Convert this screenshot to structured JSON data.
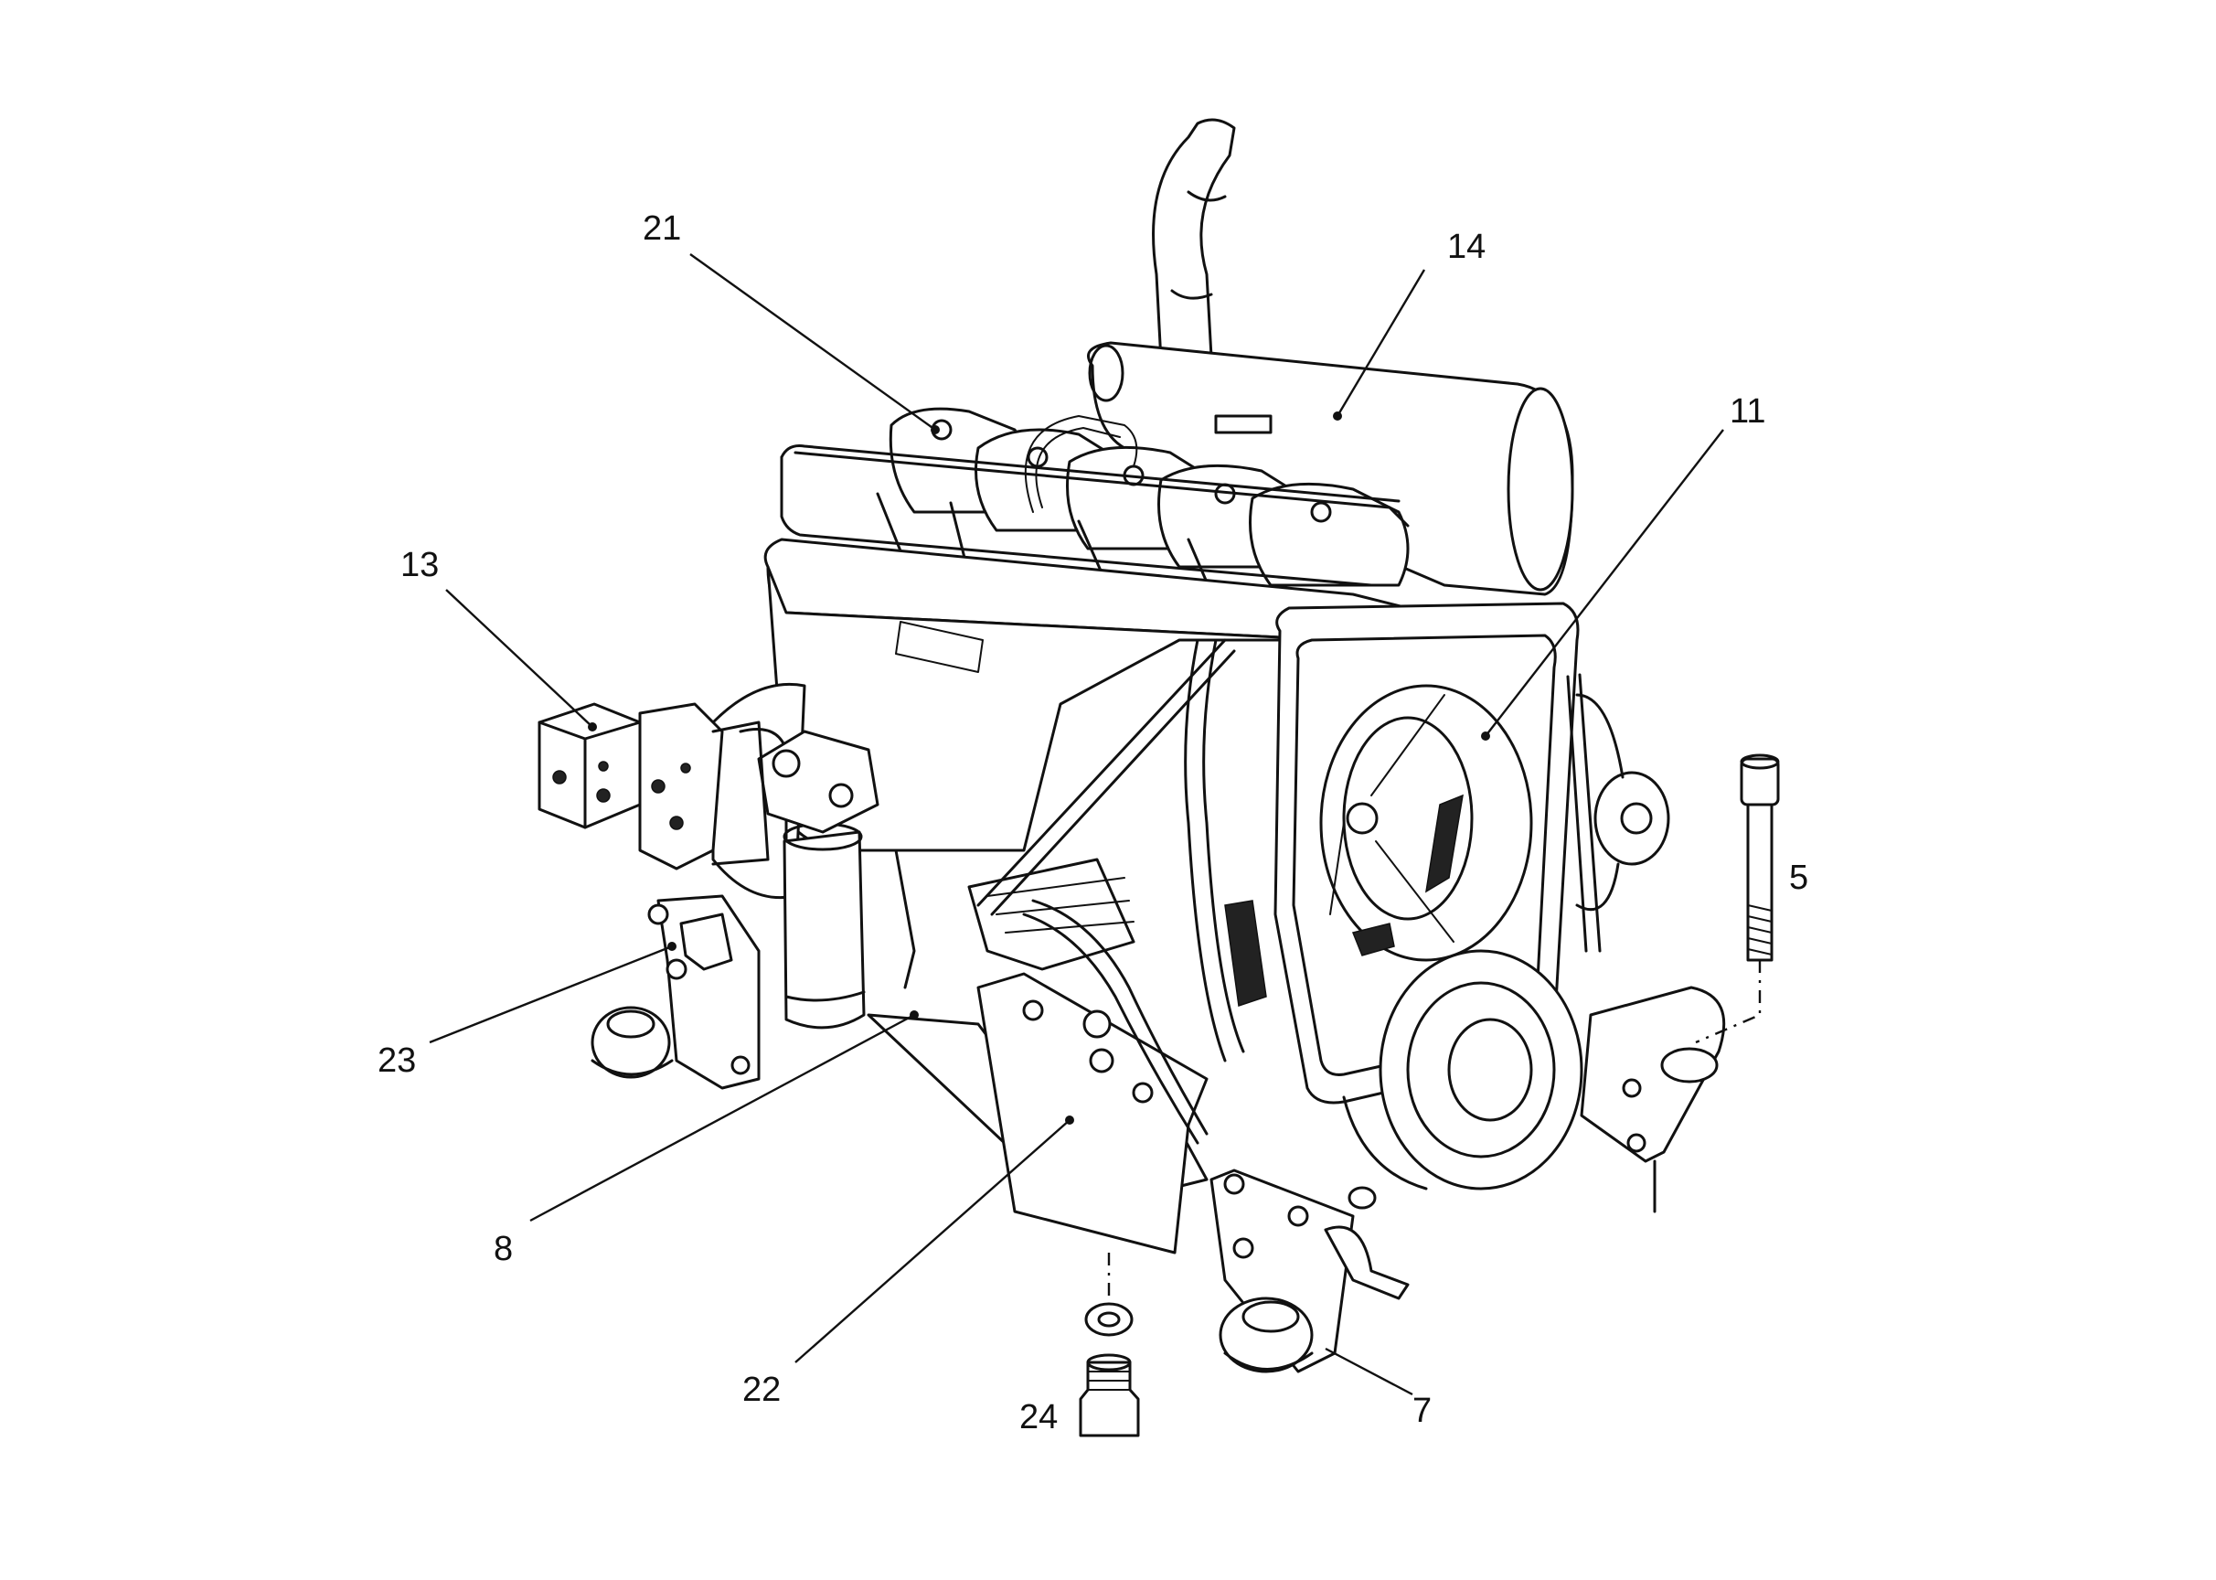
{
  "callouts": {
    "c21": "21",
    "c14": "14",
    "c11": "11",
    "c13": "13",
    "c5": "5",
    "c23": "23",
    "c8": "8",
    "c22": "22",
    "c24": "24",
    "c7": "7"
  }
}
